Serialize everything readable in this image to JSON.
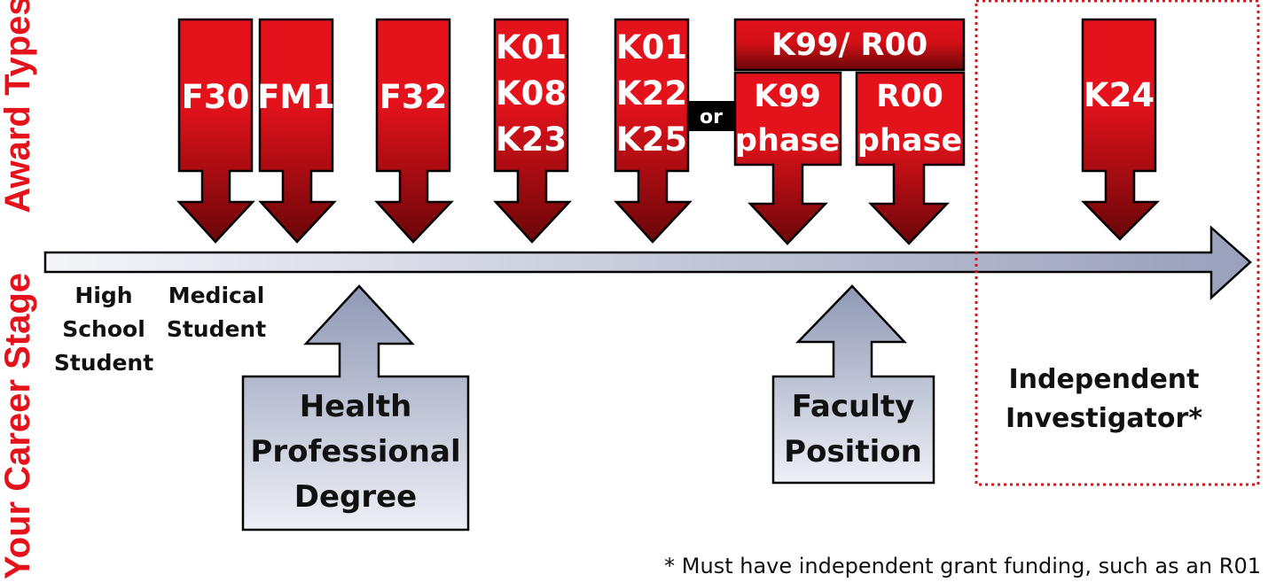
{
  "side_labels": {
    "award_types": "Award Types",
    "career_stage": "Your Career Stage"
  },
  "awards": {
    "f30": "F30",
    "fm1": "FM1",
    "f32": "F32",
    "group1": [
      "K01",
      "K08",
      "K23"
    ],
    "group2": [
      "K01",
      "K22",
      "K25"
    ],
    "or_label": "or",
    "k99_r00_header": "K99/ R00",
    "k99_phase": [
      "K99",
      "phase"
    ],
    "r00_phase": [
      "R00",
      "phase"
    ],
    "k24": "K24"
  },
  "career_stages": {
    "high_school": [
      "High",
      "School",
      "Student"
    ],
    "medical": [
      "Medical",
      "Student"
    ],
    "health_professional": [
      "Health",
      "Professional",
      "Degree"
    ],
    "faculty": [
      "Faculty",
      "Position"
    ],
    "independent": [
      "Independent",
      "Investigator*"
    ]
  },
  "footnote": "* Must have independent grant funding, such as an R01",
  "colors": {
    "award_red": "#e3121b",
    "award_dark": "#6a0608",
    "timeline_light": "#f4f5f9",
    "timeline_dark": "#98a0bb",
    "dotted_border": "#d51820"
  }
}
